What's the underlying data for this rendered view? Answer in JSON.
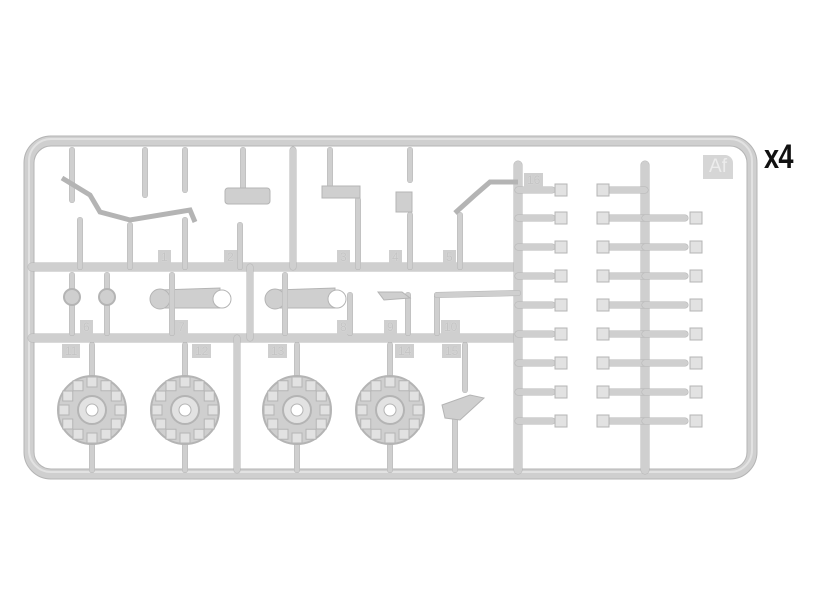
{
  "quantity_label": "x4",
  "sprue_letter": "Af",
  "part_numbers": [
    "1",
    "2",
    "3",
    "4",
    "5",
    "6",
    "7",
    "8",
    "9",
    "10",
    "11",
    "12",
    "13",
    "14",
    "15",
    "16"
  ],
  "colors": {
    "plastic": "#cfcfcf",
    "plastic_light": "#e2e2e2",
    "plastic_dark": "#b4b4b4",
    "quantity_text": "#111111"
  }
}
